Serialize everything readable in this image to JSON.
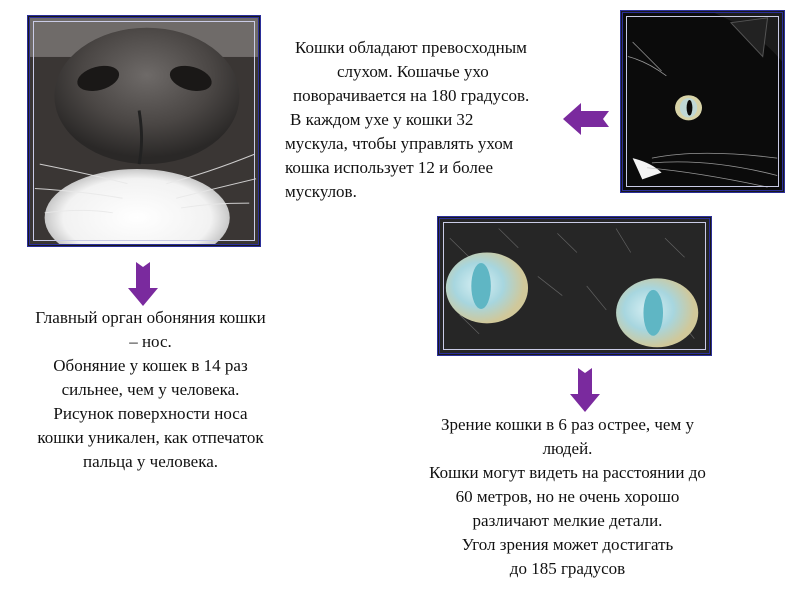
{
  "colors": {
    "arrow": "#7a2a9e",
    "frame": "#2b2f9a"
  },
  "images": {
    "nose": {
      "icon": "cat-nose-photo"
    },
    "cat_head": {
      "icon": "cat-head-photo"
    },
    "eyes": {
      "icon": "cat-eyes-photo"
    }
  },
  "hearing_text": [
    "Кошки обладают превосходным",
    "слухом. Кошачье ухо",
    "поворачивается на 180 градусов.",
    "В каждом ухе у кошки 32",
    "мускула, чтобы управлять ухом",
    "кошка использует 12 и более",
    "мускулов."
  ],
  "smell_text": [
    "Главный орган обоняния кошки",
    "– нос.",
    "Обоняние у кошек в 14 раз",
    "сильнее, чем у человека.",
    "Рисунок поверхности носа",
    "кошки уникален, как отпечаток",
    "пальца у человека."
  ],
  "vision_text": [
    "Зрение кошки в 6 раз острее, чем у",
    "людей.",
    "Кошки могут видеть на расстоянии до",
    "60 метров, но не очень хорошо",
    "различают мелкие детали.",
    "Угол зрения может достигать",
    "до 185 градусов"
  ],
  "arrows": {
    "left": "arrow-left-icon",
    "down_smell": "arrow-down-icon",
    "down_vision": "arrow-down-icon"
  }
}
